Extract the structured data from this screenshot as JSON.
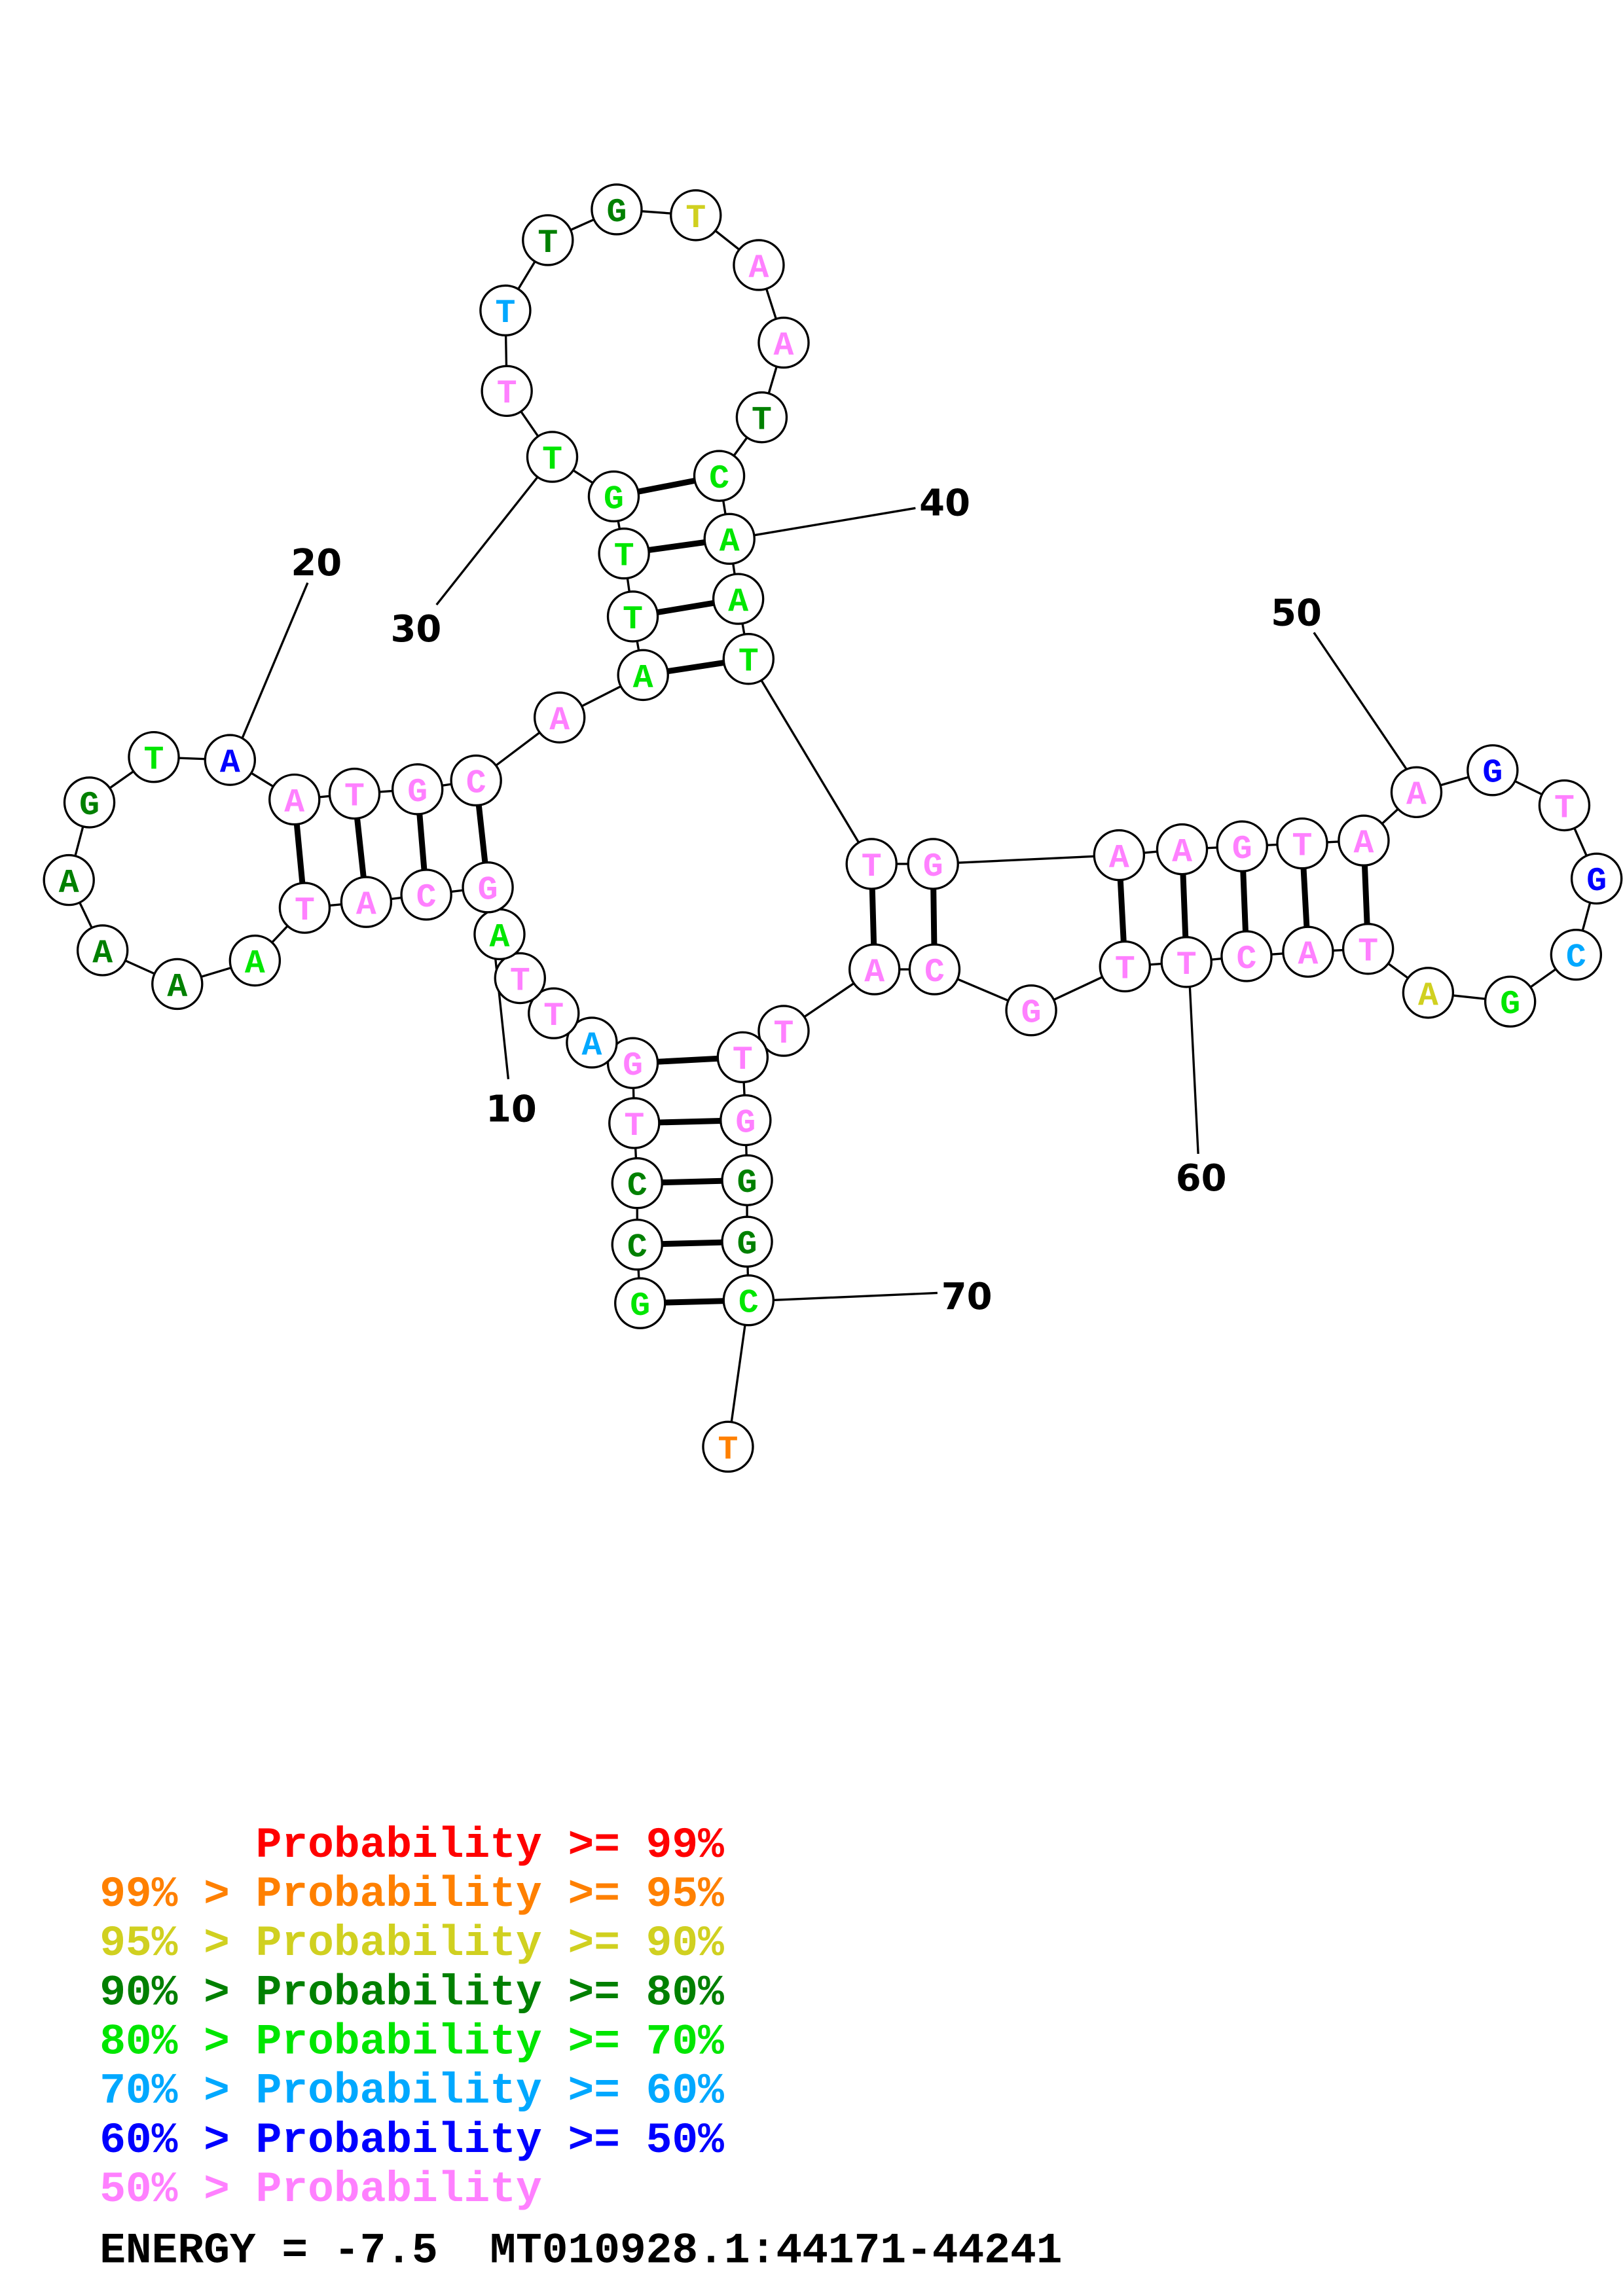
{
  "colors": {
    "p99": "#ff0000",
    "p95": "#ff8000",
    "p90": "#d0d020",
    "p80": "#008000",
    "p70": "#00e600",
    "p60": "#00a8ff",
    "p50": "#0000ff",
    "plow": "#ff80ff"
  },
  "sequence": [
    {
      "b": "G",
      "c": "p70"
    },
    {
      "b": "C",
      "c": "p80"
    },
    {
      "b": "C",
      "c": "p80"
    },
    {
      "b": "T",
      "c": "plow"
    },
    {
      "b": "G",
      "c": "plow"
    },
    {
      "b": "A",
      "c": "p60"
    },
    {
      "b": "T",
      "c": "plow"
    },
    {
      "b": "T",
      "c": "plow"
    },
    {
      "b": "A",
      "c": "p70"
    },
    {
      "b": "G",
      "c": "plow"
    },
    {
      "b": "C",
      "c": "plow"
    },
    {
      "b": "A",
      "c": "plow"
    },
    {
      "b": "T",
      "c": "plow"
    },
    {
      "b": "A",
      "c": "p70"
    },
    {
      "b": "A",
      "c": "p80"
    },
    {
      "b": "A",
      "c": "p80"
    },
    {
      "b": "A",
      "c": "p80"
    },
    {
      "b": "G",
      "c": "p80"
    },
    {
      "b": "T",
      "c": "p70"
    },
    {
      "b": "A",
      "c": "p50"
    },
    {
      "b": "A",
      "c": "plow"
    },
    {
      "b": "T",
      "c": "plow"
    },
    {
      "b": "G",
      "c": "plow"
    },
    {
      "b": "C",
      "c": "plow"
    },
    {
      "b": "A",
      "c": "plow"
    },
    {
      "b": "A",
      "c": "p70"
    },
    {
      "b": "T",
      "c": "p70"
    },
    {
      "b": "T",
      "c": "p70"
    },
    {
      "b": "G",
      "c": "p70"
    },
    {
      "b": "T",
      "c": "p70"
    },
    {
      "b": "T",
      "c": "plow"
    },
    {
      "b": "T",
      "c": "p60"
    },
    {
      "b": "T",
      "c": "p80"
    },
    {
      "b": "G",
      "c": "p80"
    },
    {
      "b": "T",
      "c": "p90"
    },
    {
      "b": "A",
      "c": "plow"
    },
    {
      "b": "A",
      "c": "plow"
    },
    {
      "b": "T",
      "c": "p80"
    },
    {
      "b": "C",
      "c": "p70"
    },
    {
      "b": "A",
      "c": "p70"
    },
    {
      "b": "A",
      "c": "p70"
    },
    {
      "b": "T",
      "c": "p70"
    },
    {
      "b": "T",
      "c": "plow"
    },
    {
      "b": "G",
      "c": "plow"
    },
    {
      "b": "A",
      "c": "plow"
    },
    {
      "b": "A",
      "c": "plow"
    },
    {
      "b": "G",
      "c": "plow"
    },
    {
      "b": "T",
      "c": "plow"
    },
    {
      "b": "A",
      "c": "plow"
    },
    {
      "b": "A",
      "c": "plow"
    },
    {
      "b": "G",
      "c": "p50"
    },
    {
      "b": "T",
      "c": "plow"
    },
    {
      "b": "G",
      "c": "p50"
    },
    {
      "b": "C",
      "c": "p60"
    },
    {
      "b": "G",
      "c": "p70"
    },
    {
      "b": "A",
      "c": "p90"
    },
    {
      "b": "T",
      "c": "plow"
    },
    {
      "b": "A",
      "c": "plow"
    },
    {
      "b": "C",
      "c": "plow"
    },
    {
      "b": "T",
      "c": "plow"
    },
    {
      "b": "T",
      "c": "plow"
    },
    {
      "b": "G",
      "c": "plow"
    },
    {
      "b": "C",
      "c": "plow"
    },
    {
      "b": "A",
      "c": "plow"
    },
    {
      "b": "T",
      "c": "plow"
    },
    {
      "b": "T",
      "c": "plow"
    },
    {
      "b": "G",
      "c": "plow"
    },
    {
      "b": "G",
      "c": "p80"
    },
    {
      "b": "G",
      "c": "p80"
    },
    {
      "b": "C",
      "c": "p70"
    },
    {
      "b": "T",
      "c": "p95"
    }
  ],
  "pairs": [
    [
      1,
      70
    ],
    [
      2,
      69
    ],
    [
      3,
      68
    ],
    [
      4,
      67
    ],
    [
      5,
      66
    ],
    [
      10,
      24
    ],
    [
      11,
      23
    ],
    [
      12,
      22
    ],
    [
      13,
      21
    ],
    [
      26,
      42
    ],
    [
      27,
      41
    ],
    [
      28,
      40
    ],
    [
      29,
      39
    ],
    [
      43,
      64
    ],
    [
      44,
      63
    ],
    [
      45,
      61
    ],
    [
      46,
      60
    ],
    [
      47,
      59
    ],
    [
      48,
      58
    ],
    [
      49,
      57
    ]
  ],
  "position_labels": [
    "10",
    "20",
    "30",
    "40",
    "50",
    "60",
    "70"
  ],
  "legend": [
    {
      "prefix": "",
      "text": "Probability >= 99%",
      "c": "p99"
    },
    {
      "prefix": "99% > ",
      "text": "Probability >= 95%",
      "c": "p95"
    },
    {
      "prefix": "95% > ",
      "text": "Probability >= 90%",
      "c": "p90"
    },
    {
      "prefix": "90% > ",
      "text": "Probability >= 80%",
      "c": "p80"
    },
    {
      "prefix": "80% > ",
      "text": "Probability >= 70%",
      "c": "p70"
    },
    {
      "prefix": "70% > ",
      "text": "Probability >= 60%",
      "c": "p60"
    },
    {
      "prefix": "60% > ",
      "text": "Probability >= 50%",
      "c": "p50"
    },
    {
      "prefix": "50% > ",
      "text": "Probability",
      "c": "plow"
    }
  ],
  "footer": "ENERGY = -7.5  MT010928.1:44171-44241"
}
